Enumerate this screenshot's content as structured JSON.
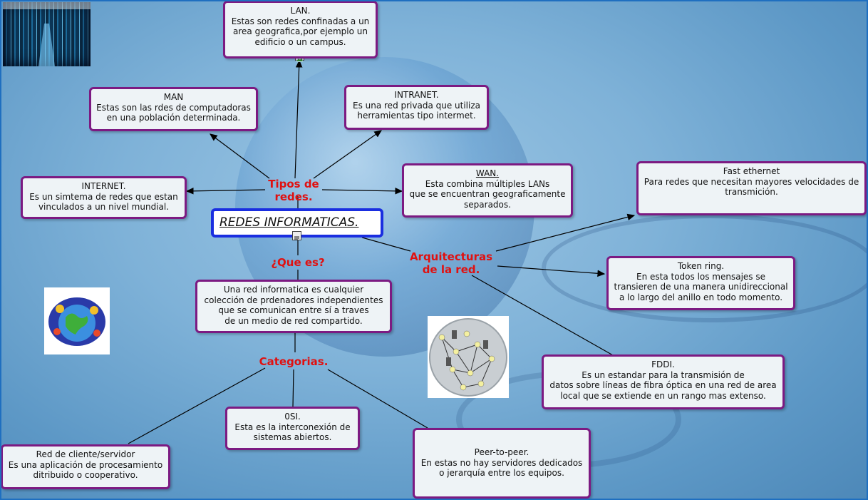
{
  "center": {
    "title": "REDES INFORMATICAS."
  },
  "labels": {
    "tipos": "Tipos de\nredes.",
    "que_es": "¿Que es?",
    "arquitecturas": "Arquitecturas\nde la red.",
    "categorias": "Categorias."
  },
  "nodes": {
    "lan": {
      "title": "LAN.",
      "body": "Estas son redes confinadas a un\narea geografica,por ejemplo un\nedificio o un campus."
    },
    "man": {
      "title": "MAN",
      "body": "Estas son las rdes de computadoras\nen una población determinada."
    },
    "intranet": {
      "title": "INTRANET.",
      "body": "Es una red privada que utiliza\nherramientas tipo  intermet."
    },
    "internet": {
      "title": "INTERNET.",
      "body": "Es un simtema de redes que estan\nvinculados a un nivel mundial."
    },
    "wan": {
      "title": "WAN.",
      "body": "Esta combina múltiples LANs\nque se encuentran geograficamente\nseparados."
    },
    "fast": {
      "title": "Fast ethernet",
      "body": "Para redes que necesitan mayores velocidades de\ntransmición."
    },
    "token": {
      "title": "Token ring.",
      "body": "En esta todos los mensajes se\ntransieren de una manera unidireccional\na lo largo del anillo en todo momento."
    },
    "def": {
      "title": "Una red informatica es cualquier",
      "body": "colección de prdenadores independientes\nque se comunican entre sí a traves\nde un medio de red compartido."
    },
    "fddi": {
      "title": "FDDI.",
      "body": "Es un estandar para la transmisión de\ndatos sobre líneas de fibra óptica en una red de area\nlocal que se extiende en un rango mas extenso."
    },
    "osi": {
      "title": "0SI.",
      "body": "Esta es la interconexión de\nsistemas abiertos."
    },
    "cliente": {
      "title": "Red de cliente/servidor",
      "body": "Es una aplicación de procesamiento\nditribuido o cooperativo."
    },
    "p2p": {
      "title": "Peer-to-peer.",
      "body": "En estas no hay servidores dedicados\no jerarquía entre los equipos."
    }
  },
  "colors": {
    "node_border": "#7c1a82",
    "center_border": "#1a2ee0",
    "label": "#e01010"
  }
}
